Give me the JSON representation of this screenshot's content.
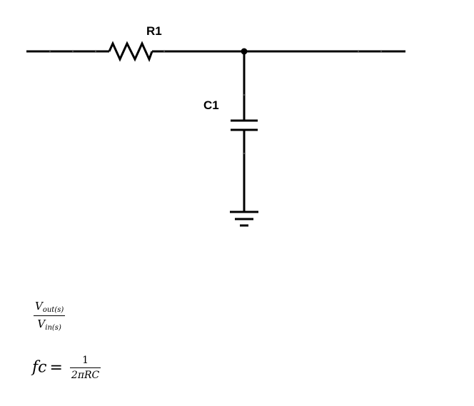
{
  "circuit": {
    "resistor_label": "R1",
    "capacitor_label": "C1"
  },
  "equations": {
    "transfer": {
      "num_var": "V",
      "num_sub": "out(s)",
      "den_var": "V",
      "den_sub": "in(s)"
    },
    "cutoff": {
      "lhs": "fc",
      "equals": "=",
      "numerator": "1",
      "denominator": "2πRC"
    }
  }
}
